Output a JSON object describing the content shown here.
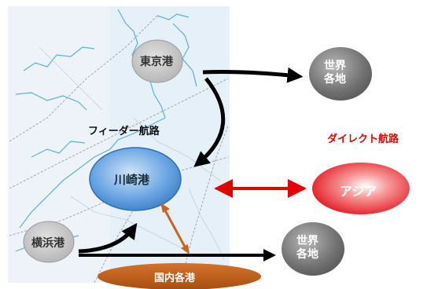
{
  "ports": {
    "tokyo": "東京港",
    "kawasaki": "川崎港",
    "yokohama": "横浜港"
  },
  "destinations": {
    "world_top": "世界\n各地",
    "asia": "アジア",
    "world_bottom": "世界\n各地",
    "domestic": "国内各港"
  },
  "routes": {
    "feeder": "フィーダー航路",
    "direct": "ダイレクト航路"
  },
  "colors": {
    "direct_route": "#e60000",
    "domestic_link": "#c8661e",
    "kawasaki_port": "#4a8fd6",
    "world": "#666666",
    "asia": "#e8262d"
  }
}
